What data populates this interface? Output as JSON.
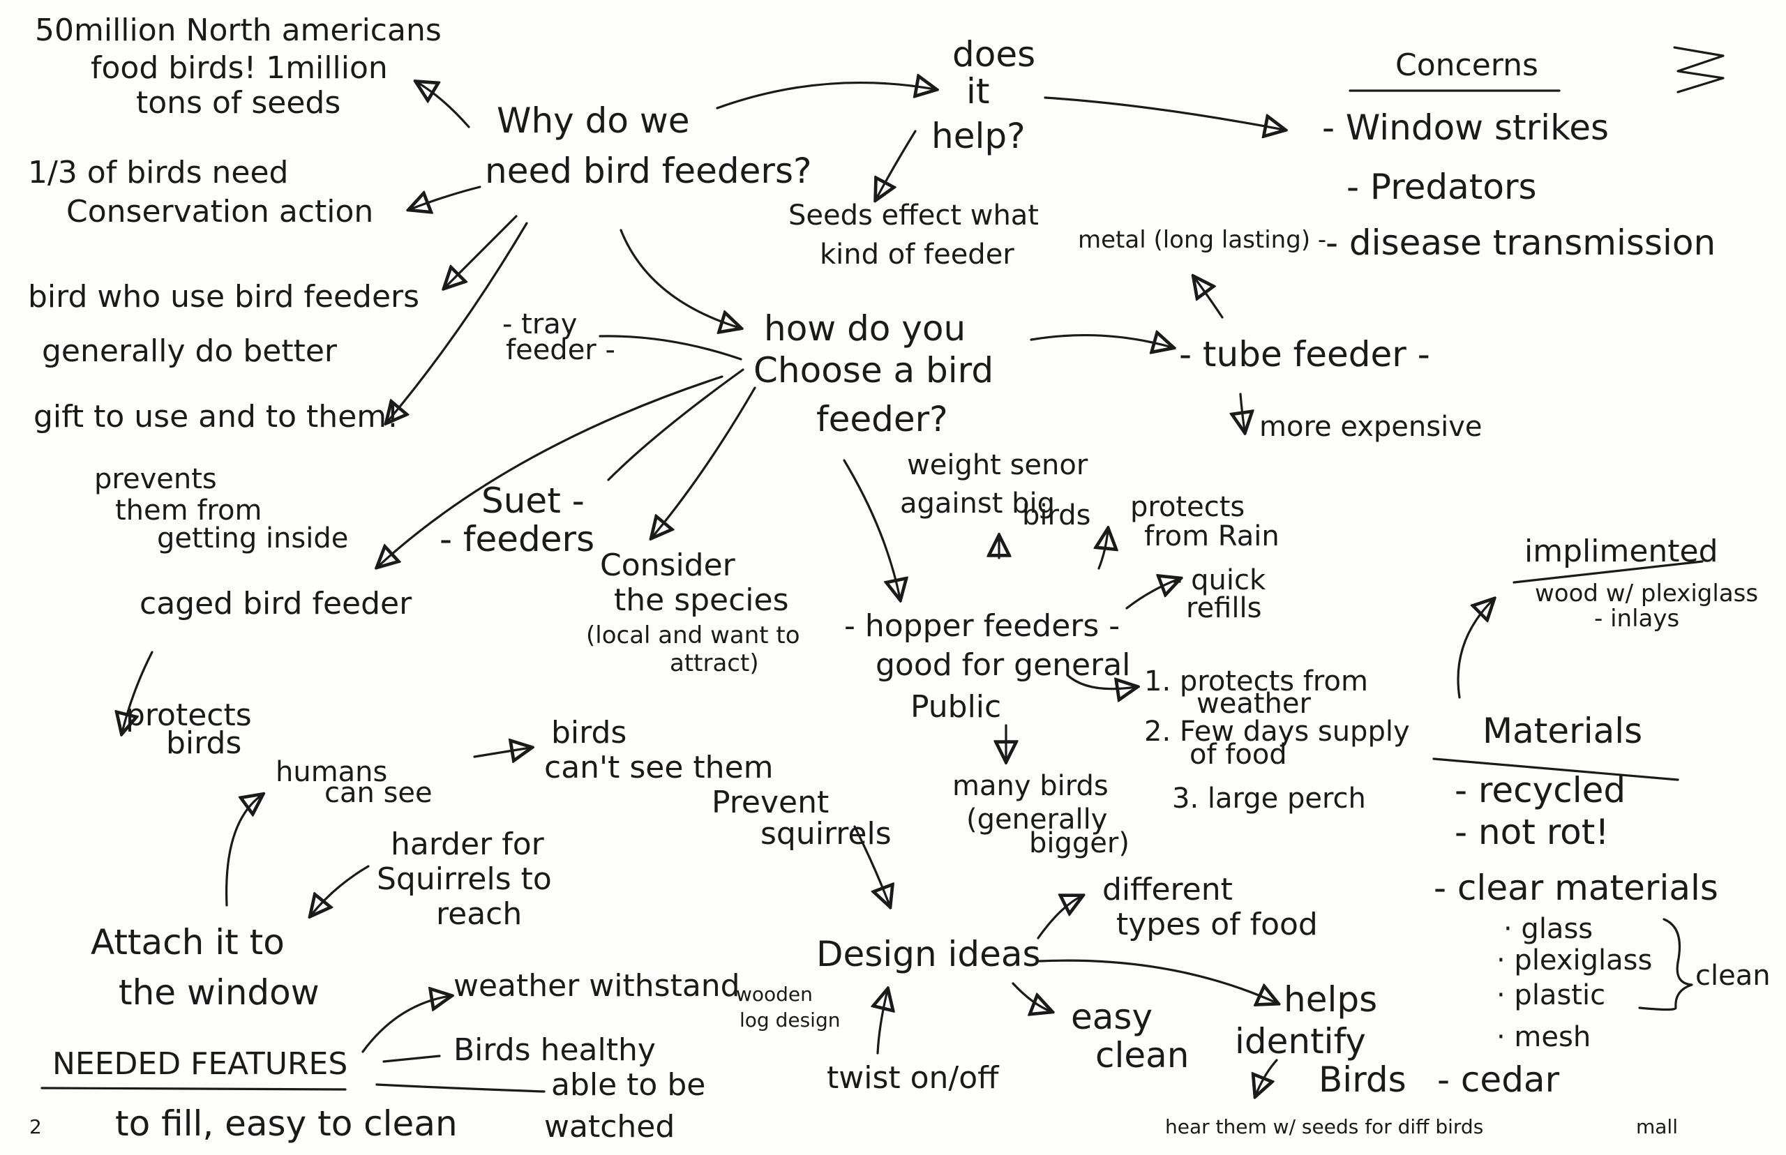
{
  "left_facts": [
    {
      "id": "fact-50-million",
      "lines": [
        "50million North americans",
        "food birds! 1million",
        "tons of seeds"
      ]
    },
    {
      "id": "fact-one-third",
      "lines": [
        "1/3 of birds need",
        "Conservation action"
      ]
    },
    {
      "id": "fact-do-better",
      "lines": [
        "bird who use bird feeders",
        "generally do better"
      ]
    },
    {
      "id": "fact-gift",
      "lines": [
        "gift to use and to them!"
      ]
    }
  ],
  "central": {
    "why": [
      "Why do we",
      "need bird feeders?"
    ],
    "does_help": [
      "does",
      "it",
      "help?"
    ],
    "seeds_effect": [
      "Seeds effect what",
      "kind of feeder"
    ],
    "how": [
      "how do you",
      "Choose a bird",
      "feeder?"
    ]
  },
  "concerns": {
    "title": "Concerns",
    "items": [
      "- Window strikes",
      "- Predators",
      "- disease transmission"
    ]
  },
  "tube": {
    "label": "- tube feeder -",
    "metal": "metal (long lasting) -",
    "expensive": "more expensive"
  },
  "tray": [
    "- tray",
    "feeder -"
  ],
  "suet": [
    "Suet -",
    "- feeders"
  ],
  "caged": {
    "prevents": [
      "prevents",
      "them from",
      "getting inside"
    ],
    "label": "caged bird feeder",
    "protects": [
      "protects",
      "birds"
    ]
  },
  "consider": [
    "Consider",
    "the species",
    "(local and want to",
    "attract)"
  ],
  "weight": [
    "weight senor",
    "against big",
    "birds"
  ],
  "hopper": {
    "lines": [
      "- hopper feeders -",
      "good for general",
      "Public"
    ],
    "rain": [
      "protects",
      "from Rain"
    ],
    "quick": [
      "- quick",
      "refills"
    ],
    "list": [
      "1. protects from",
      "weather",
      "2. Few days supply",
      "of food",
      "3. large perch"
    ],
    "many": [
      "many birds",
      "(generally",
      "bigger)"
    ]
  },
  "implemented": {
    "title": "implimented",
    "items": [
      "wood w/ plexiglass",
      "- inlays"
    ]
  },
  "materials": {
    "title": "Materials",
    "items": [
      "- recycled",
      "- not rot!",
      "- clear materials"
    ],
    "sub": [
      "· glass",
      "· plexiglass",
      "· plastic",
      "· mesh"
    ],
    "clean": "clean",
    "cedar": "- cedar"
  },
  "squirrel": {
    "humans": [
      "humans",
      "can see"
    ],
    "birds_cant": [
      "birds",
      "can't see them"
    ],
    "prevent": [
      "Prevent",
      "squirrels"
    ],
    "harder": [
      "harder for",
      "Squirrels to",
      "reach"
    ],
    "attach": [
      "Attach it to",
      "the window"
    ]
  },
  "design": {
    "title": "Design ideas",
    "food": [
      "different",
      "types of food"
    ],
    "wooden": [
      "wooden",
      "log design"
    ],
    "easy": [
      "easy",
      "clean"
    ],
    "twist": "twist on/off",
    "helps": [
      "helps",
      "identify",
      "Birds"
    ],
    "hear": "hear them w/ seeds for diff birds"
  },
  "needed": {
    "title": "NEEDED FEATURES",
    "weather": "weather withstand",
    "healthy": "Birds healthy",
    "watched": [
      "able to be",
      "watched"
    ],
    "bottom": "to fill, easy to clean"
  },
  "corner_initials": "mall",
  "page_number": "2"
}
